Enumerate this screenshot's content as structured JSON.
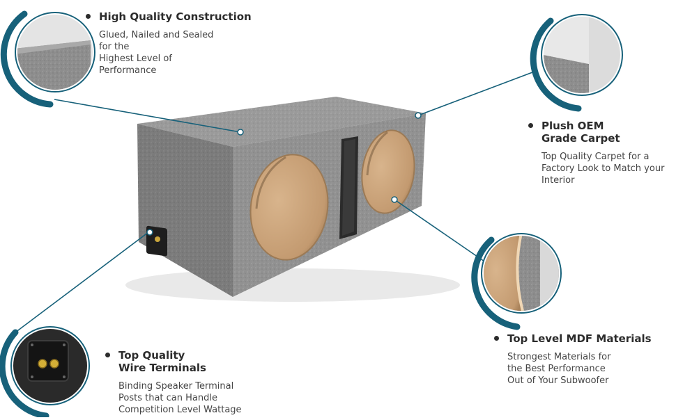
{
  "features": [
    {
      "title": "High Quality Construction",
      "description": "Glued, Nailed and Sealed\nfor the\nHighest Level of\nPerformance"
    },
    {
      "title": "Plush OEM\nGrade Carpet",
      "description": "Top Quality Carpet for a\nFactory Look to Match your\nInterior"
    },
    {
      "title": "Top Quality\nWire Terminals",
      "description": "Binding Speaker Terminal\nPosts that can Handle\nCompetition Level Wattage"
    },
    {
      "title": "Top Level MDF Materials",
      "description": "Strongest Materials for\nthe Best Performance\nOut of  Your Subwoofer"
    }
  ],
  "colors": {
    "accent": "#17617a",
    "carpet": "#8e8e8e",
    "carpet_dark": "#6f6f6f",
    "mdf": "#c9a27a",
    "text": "#333333"
  }
}
